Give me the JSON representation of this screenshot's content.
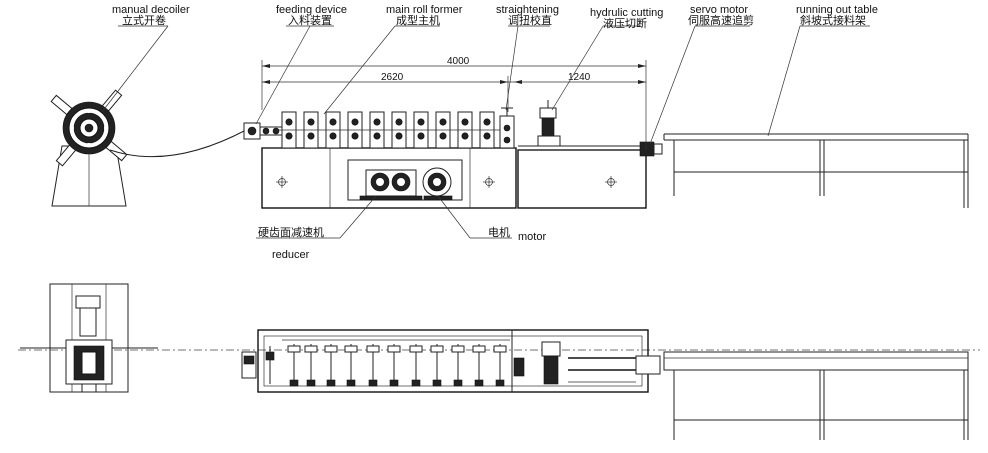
{
  "labels": {
    "decoiler_en": "manual decoiler",
    "decoiler_cn": "立式开卷",
    "feeding_en": "feeding device",
    "feeding_cn": "入料装置",
    "roll_en": "main roll former",
    "roll_cn": "成型主机",
    "straight_en": "straightening",
    "straight_cn": "调扭校直",
    "hyd_en": "hydrulic cutting",
    "hyd_cn": "液压切断",
    "servo_en": "servo motor",
    "servo_cn": "伺服高速追剪",
    "table_en": "running out table",
    "table_cn": "斜坡式接料架",
    "reducer_cn": "硬齿面减速机",
    "reducer_en": "reducer",
    "motor_cn": "电机",
    "motor_en": "motor"
  },
  "dimensions": {
    "total": "4000",
    "roll_section": "2620",
    "cut_section": "1240"
  }
}
